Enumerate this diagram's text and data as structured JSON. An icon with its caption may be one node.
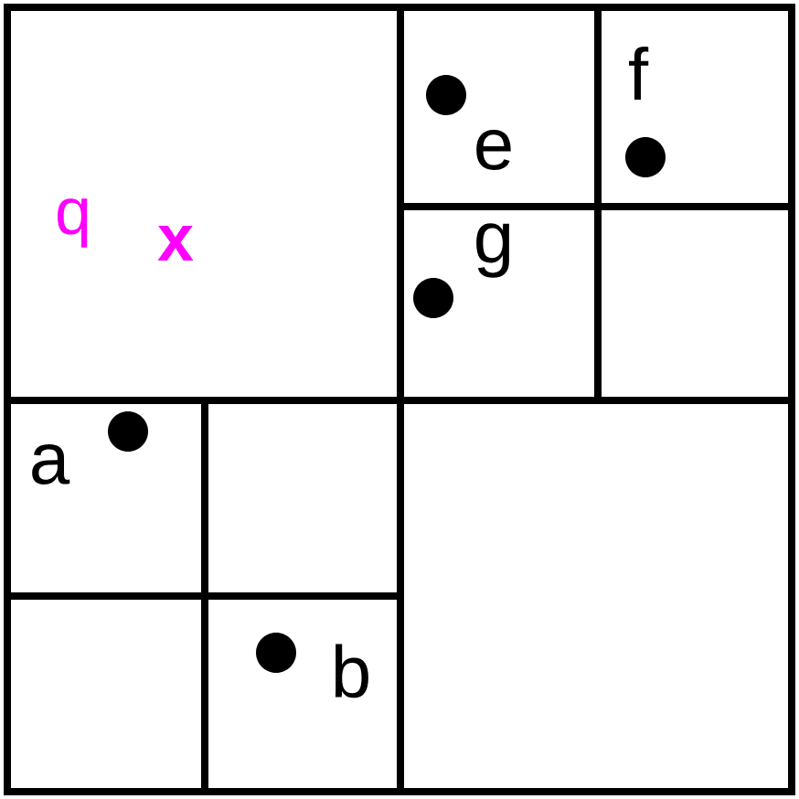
{
  "diagram": {
    "labels": [
      "f",
      "e",
      "q",
      "x",
      "g",
      "a",
      "b"
    ]
  }
}
